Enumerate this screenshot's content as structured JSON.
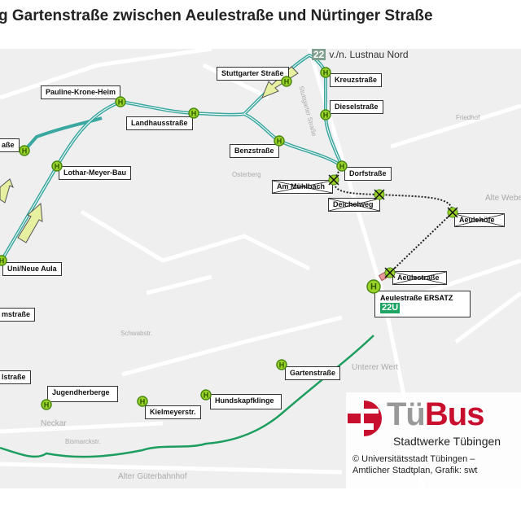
{
  "title": "g Gartenstraße zwischen Aeulestraße und Nürtinger Straße",
  "line_header": {
    "badge": "22",
    "text": "v./n. Lustnau Nord"
  },
  "colors": {
    "route_diverted": "#1e9e5e",
    "route_regular": "#3aa8a0",
    "stop_fill": "#9bd22a",
    "brand_red": "#c8102e",
    "ersatz_badge": "#1ea463"
  },
  "stops": {
    "left_top": "aße",
    "pauline": "Pauline-Krone-Heim",
    "landhaus": "Landhausstraße",
    "lothar": "Lothar-Meyer-Bau",
    "uni": "Uni/Neue Aula",
    "stuttgarter": "Stuttgarter Straße",
    "kreuz": "Kreuzstraße",
    "diesel": "Dieselstraße",
    "benz": "Benzstraße",
    "dorf": "Dorfstraße",
    "left_mid": "mstraße",
    "left_low": "lstraße",
    "jugend": "Jugendherberge",
    "kielmeyer": "Kielmeyerstr.",
    "hundskapf": "Hundskapfklinge",
    "garten": "Gartenstraße"
  },
  "cancelled_stops": {
    "muehlbach": "Am Mühlbach",
    "deichel": "Deichelweg",
    "aeulehoefe": "Aeulehöfe",
    "aeulestr": "Aeulestraße"
  },
  "ersatz": {
    "name": "Aeulestraße ERSATZ",
    "line": "22U"
  },
  "map_labels": {
    "osterberg": "Osterberg",
    "schwabstr": "Schwabstr.",
    "unterer_wert": "Unterer Wert",
    "alte_weberei": "Alte Weberei",
    "alter_gbf": "Alter Güterbahnhof",
    "neckar": "Neckar",
    "bismarck": "Bismarckstr.",
    "stuttgarter_str": "Stuttgarter Straße",
    "friedhof": "Friedhof"
  },
  "logo": {
    "tue": "Tü",
    "bus": "Bus",
    "sub": "Stadtwerke Tübingen"
  },
  "copyright": [
    "© Universitätsstadt Tübingen –",
    "Amtlicher Stadtplan, Grafik: swt"
  ]
}
